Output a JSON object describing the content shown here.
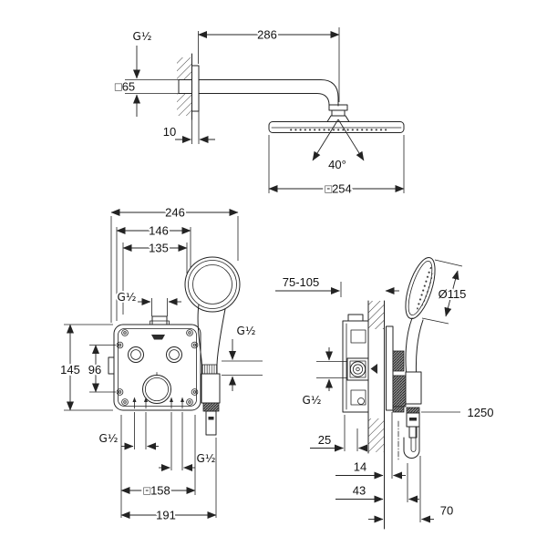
{
  "drawing": {
    "kind": "technical installation drawing",
    "line_color": "#232323",
    "background": "#ffffff"
  },
  "views": {
    "shower_head": {
      "g12": "G¹⁄₂",
      "sq65": "□65",
      "d286": "286",
      "d10": "10",
      "deg40": "40°",
      "sq254": "□254"
    },
    "front": {
      "d246": "246",
      "d146": "146",
      "d135": "135",
      "g12_top": "G¹⁄₂",
      "d145": "145",
      "d96": "96",
      "g12_right": "G¹⁄₂",
      "g12_bottom_left": "G¹⁄₂",
      "g12_bottom_right": "G¹⁄₂",
      "sq158": "□158",
      "d191": "191"
    },
    "side": {
      "d75_105": "75-105",
      "dia115": "Ø115",
      "g12": "G¹⁄₂",
      "d25": "25",
      "d1250": "1250",
      "d14": "14",
      "d43": "43",
      "d70": "70"
    }
  }
}
